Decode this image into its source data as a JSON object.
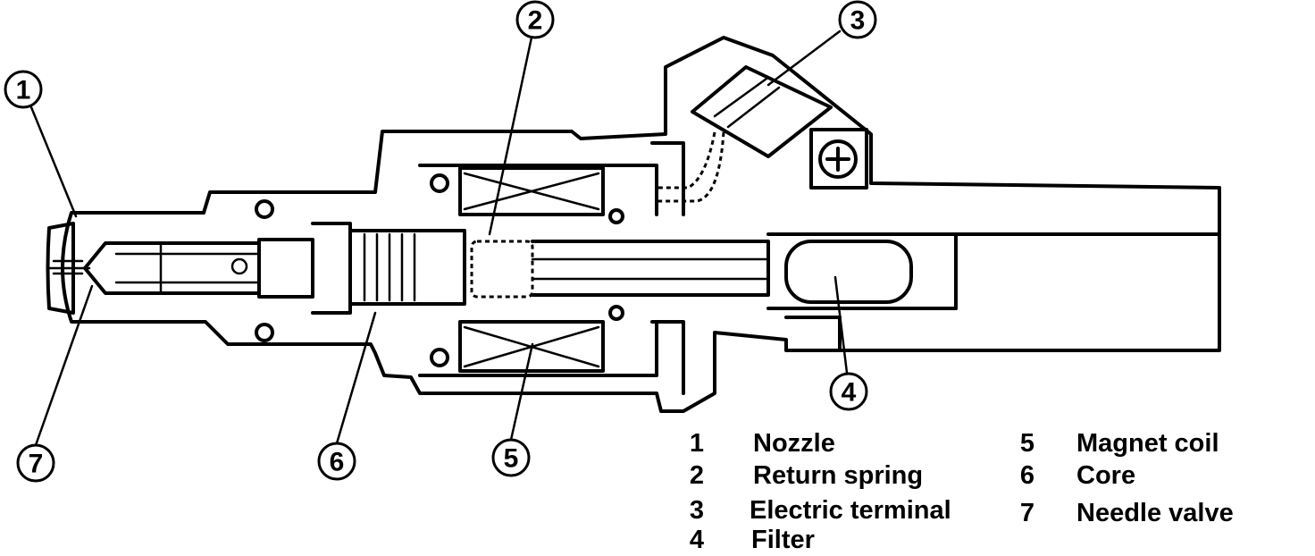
{
  "callouts": [
    {
      "id": "1"
    },
    {
      "id": "2"
    },
    {
      "id": "3"
    },
    {
      "id": "4"
    },
    {
      "id": "5"
    },
    {
      "id": "6"
    },
    {
      "id": "7"
    }
  ],
  "legend": [
    {
      "num": "1",
      "label": "Nozzle"
    },
    {
      "num": "2",
      "label": "Return spring"
    },
    {
      "num": "3",
      "label": "Electric terminal"
    },
    {
      "num": "4",
      "label": "Filter"
    },
    {
      "num": "5",
      "label": "Magnet coil"
    },
    {
      "num": "6",
      "label": "Core"
    },
    {
      "num": "7",
      "label": "Needle valve"
    }
  ]
}
